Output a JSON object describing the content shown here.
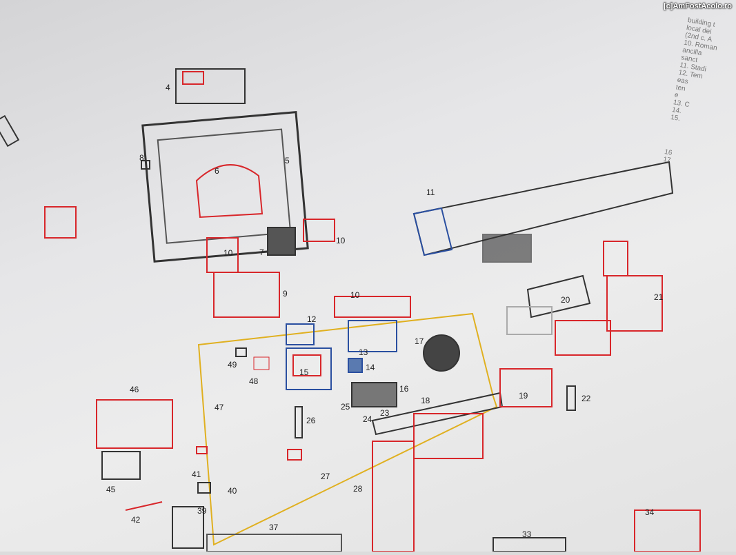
{
  "watermark": "[c]AmFostAcolo.ro",
  "colors": {
    "red": "#d8262a",
    "dark": "#333333",
    "yellow": "#e0b020",
    "blue": "#2a4fa0",
    "paper": "#e8e8e8"
  },
  "legend_fragments": [
    "building t",
    "local dei",
    "(2nd c. A",
    "10.  Roman",
    "ancilla",
    "sanct",
    "11.  Stadi",
    "12.  Tem",
    "eas",
    "ten",
    "e",
    "13.  C",
    "14.",
    "15.",
    "16",
    "17"
  ],
  "labels": [
    "4",
    "5",
    "6",
    "7",
    "8",
    "9",
    "10",
    "10",
    "10",
    "11",
    "12",
    "13",
    "14",
    "15",
    "16",
    "17",
    "18",
    "19",
    "20",
    "21",
    "22",
    "23",
    "24",
    "25",
    "26",
    "27",
    "28",
    "33",
    "34",
    "37",
    "39",
    "40",
    "41",
    "42",
    "45",
    "46",
    "47",
    "48",
    "49"
  ]
}
